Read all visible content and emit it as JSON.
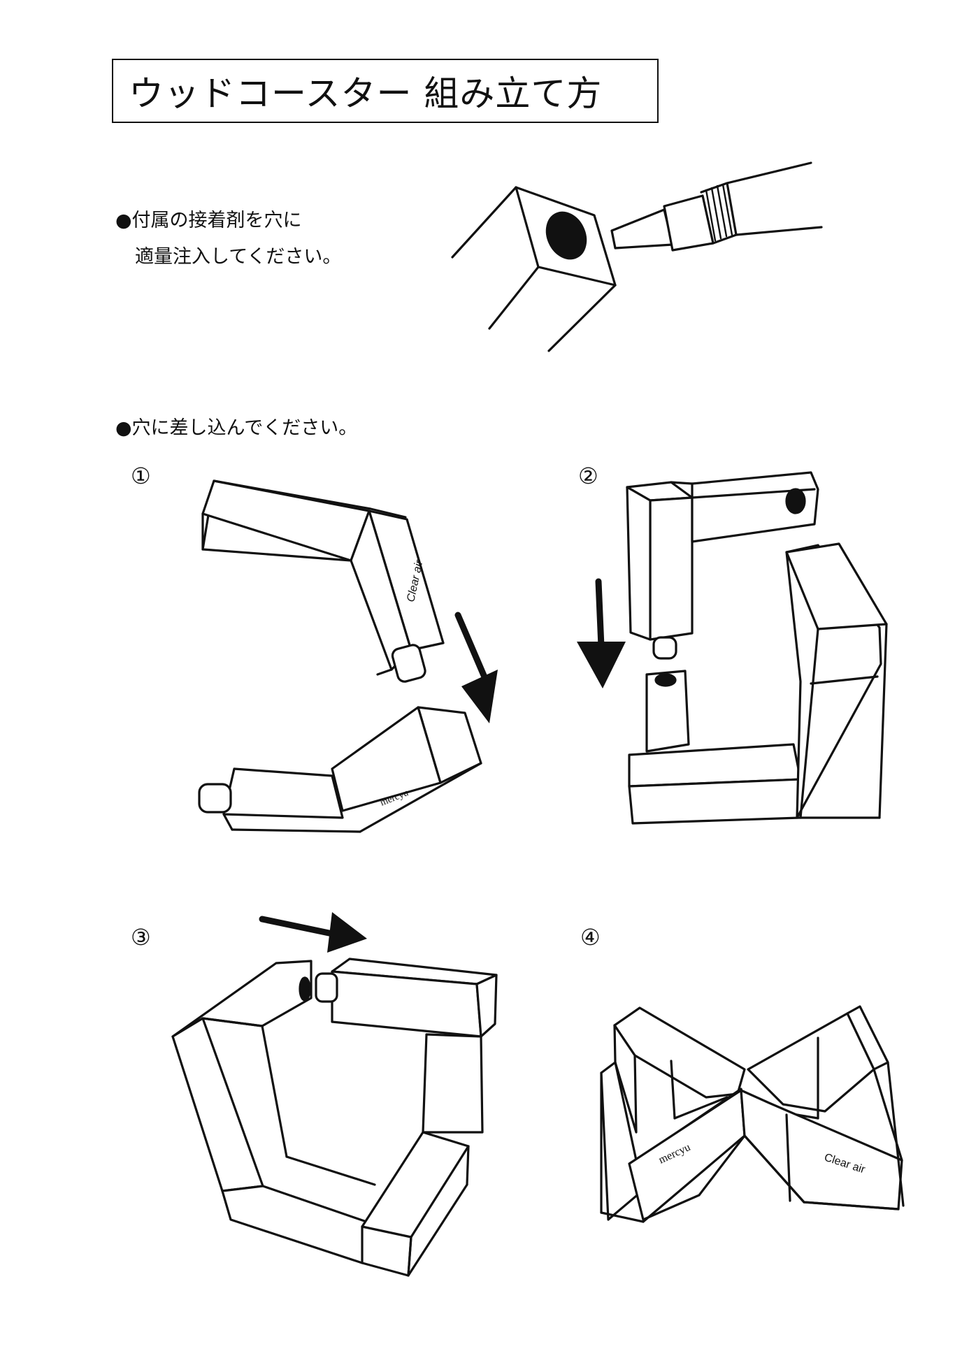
{
  "title": "ウッドコースター 組み立て方",
  "instruction1": {
    "line1": "●付属の接着剤を穴に",
    "line2": "適量注入してください。"
  },
  "instruction2": "●穴に差し込んでください。",
  "steps": [
    "①",
    "②",
    "③",
    "④"
  ],
  "labels": {
    "clear_air": "Clear air",
    "mercyu": "mercyu"
  }
}
